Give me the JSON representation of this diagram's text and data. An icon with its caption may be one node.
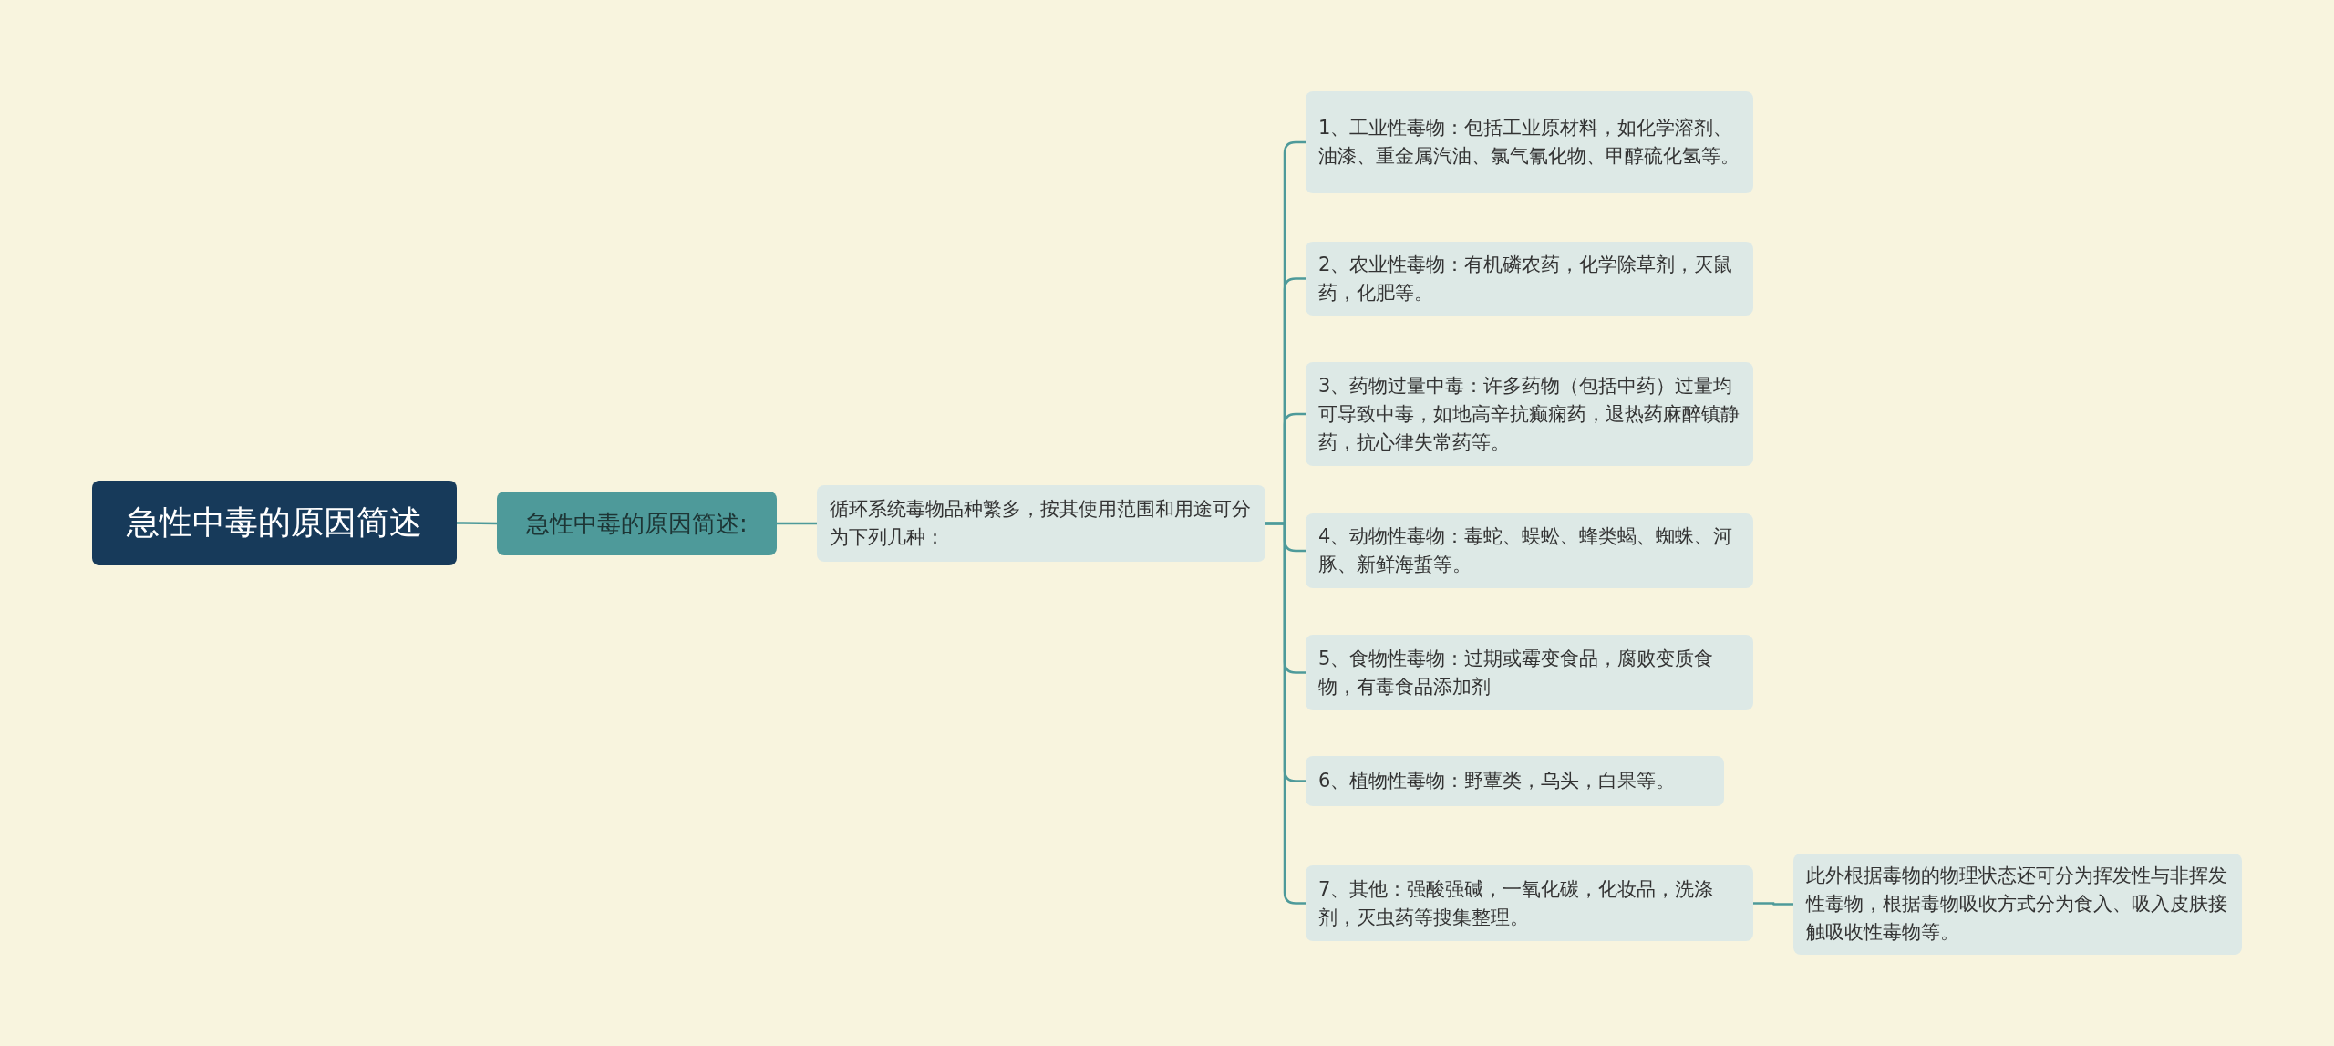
{
  "diagram": {
    "nodes": [
      {
        "text": [
          "急性中毒的原因简述"
        ]
      },
      {
        "text": [
          "急性中毒的原因简述:"
        ]
      },
      {
        "text": [
          "循环系统毒物品种繁多，按其使用范围和用途可分为下列几种："
        ]
      },
      {
        "text": [
          "1、工业性毒物：包括工业原材料，如化学溶剂、油漆、重金属汽油、氯气氰化物、甲醇硫化氢等。"
        ]
      },
      {
        "text": [
          "2、农业性毒物：有机磷农药，化学除草剂，灭鼠药，化肥等。"
        ]
      },
      {
        "text": [
          "3、药物过量中毒：许多药物（包括中药）过量均可导致中毒，如地高辛抗癫痫药，退热药麻醉镇静药，抗心律失常药等。"
        ]
      },
      {
        "text": [
          "4、动物性毒物：毒蛇、蜈蚣、蜂类蝎、蜘蛛、河豚、新鲜海蜇等。"
        ]
      },
      {
        "text": [
          "5、食物性毒物：过期或霉变食品，腐败变质食物，有毒食品添加剂"
        ]
      },
      {
        "text": [
          "6、植物性毒物：野蕈类，乌头，白果等。"
        ]
      },
      {
        "text": [
          "7、其他：强酸强碱，一氧化碳，化妆品，洗涤剂，灭虫药等搜集整理。"
        ]
      },
      {
        "text": [
          "此外根据毒物的物理状态还可分为挥发性与非挥发性毒物，根据毒物吸收方式分为食入、吸入皮肤接触吸收性毒物等。"
        ]
      }
    ],
    "edges": [
      {
        "from": 0,
        "to": 1,
        "arrow": "none"
      },
      {
        "from": 1,
        "to": 2,
        "arrow": "none"
      },
      {
        "from": 2,
        "to": 3,
        "arrow": "none"
      },
      {
        "from": 2,
        "to": 4,
        "arrow": "none"
      },
      {
        "from": 2,
        "to": 5,
        "arrow": "none"
      },
      {
        "from": 2,
        "to": 6,
        "arrow": "none"
      },
      {
        "from": 2,
        "to": 7,
        "arrow": "none"
      },
      {
        "from": 2,
        "to": 8,
        "arrow": "none"
      },
      {
        "from": 2,
        "to": 9,
        "arrow": "none"
      },
      {
        "from": 9,
        "to": 10,
        "arrow": "none"
      }
    ]
  }
}
